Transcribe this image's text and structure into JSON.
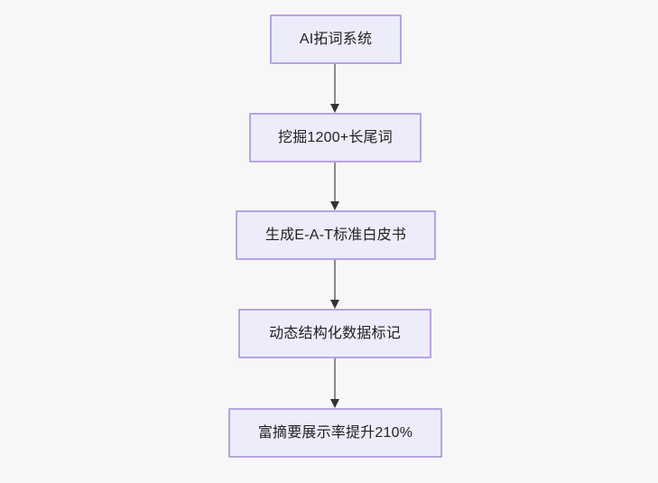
{
  "diagram": {
    "type": "flowchart",
    "direction": "top-to-bottom",
    "background_color": "#f7f7f7",
    "node_fill_color": "#ececfb",
    "node_border_color": "#b8a3e0",
    "node_text_color": "#222222",
    "edge_line_color": "#8a8a8a",
    "edge_arrow_color": "#333333",
    "nodes": [
      {
        "id": "n1",
        "label": "AI拓词系统"
      },
      {
        "id": "n2",
        "label": "挖掘1200+长尾词"
      },
      {
        "id": "n3",
        "label": "生成E-A-T标准白皮书"
      },
      {
        "id": "n4",
        "label": "动态结构化数据标记"
      },
      {
        "id": "n5",
        "label": "富摘要展示率提升210%"
      }
    ],
    "edges": [
      {
        "from": "n1",
        "to": "n2"
      },
      {
        "from": "n2",
        "to": "n3"
      },
      {
        "from": "n3",
        "to": "n4"
      },
      {
        "from": "n4",
        "to": "n5"
      }
    ]
  }
}
